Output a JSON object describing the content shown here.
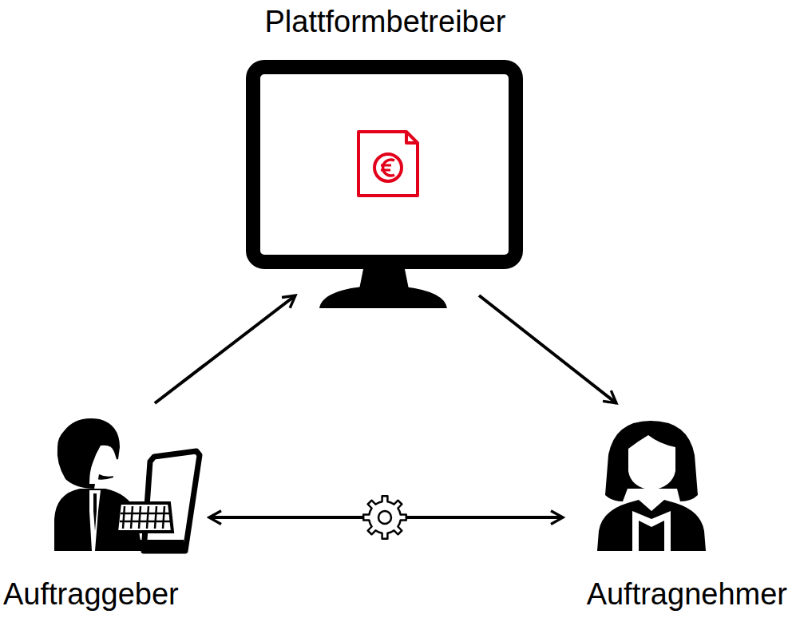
{
  "diagram": {
    "nodes": [
      {
        "text": [
          "Plattformbetreiber"
        ]
      },
      {
        "text": [
          "Auftraggeber"
        ]
      },
      {
        "text": [
          "Auftragnehmer"
        ]
      }
    ],
    "edges": [
      {
        "from": 1,
        "to": 0,
        "arrow": "to"
      },
      {
        "from": 0,
        "to": 2,
        "arrow": "to"
      },
      {
        "from": 1,
        "to": 2,
        "arrow": "both"
      }
    ]
  }
}
